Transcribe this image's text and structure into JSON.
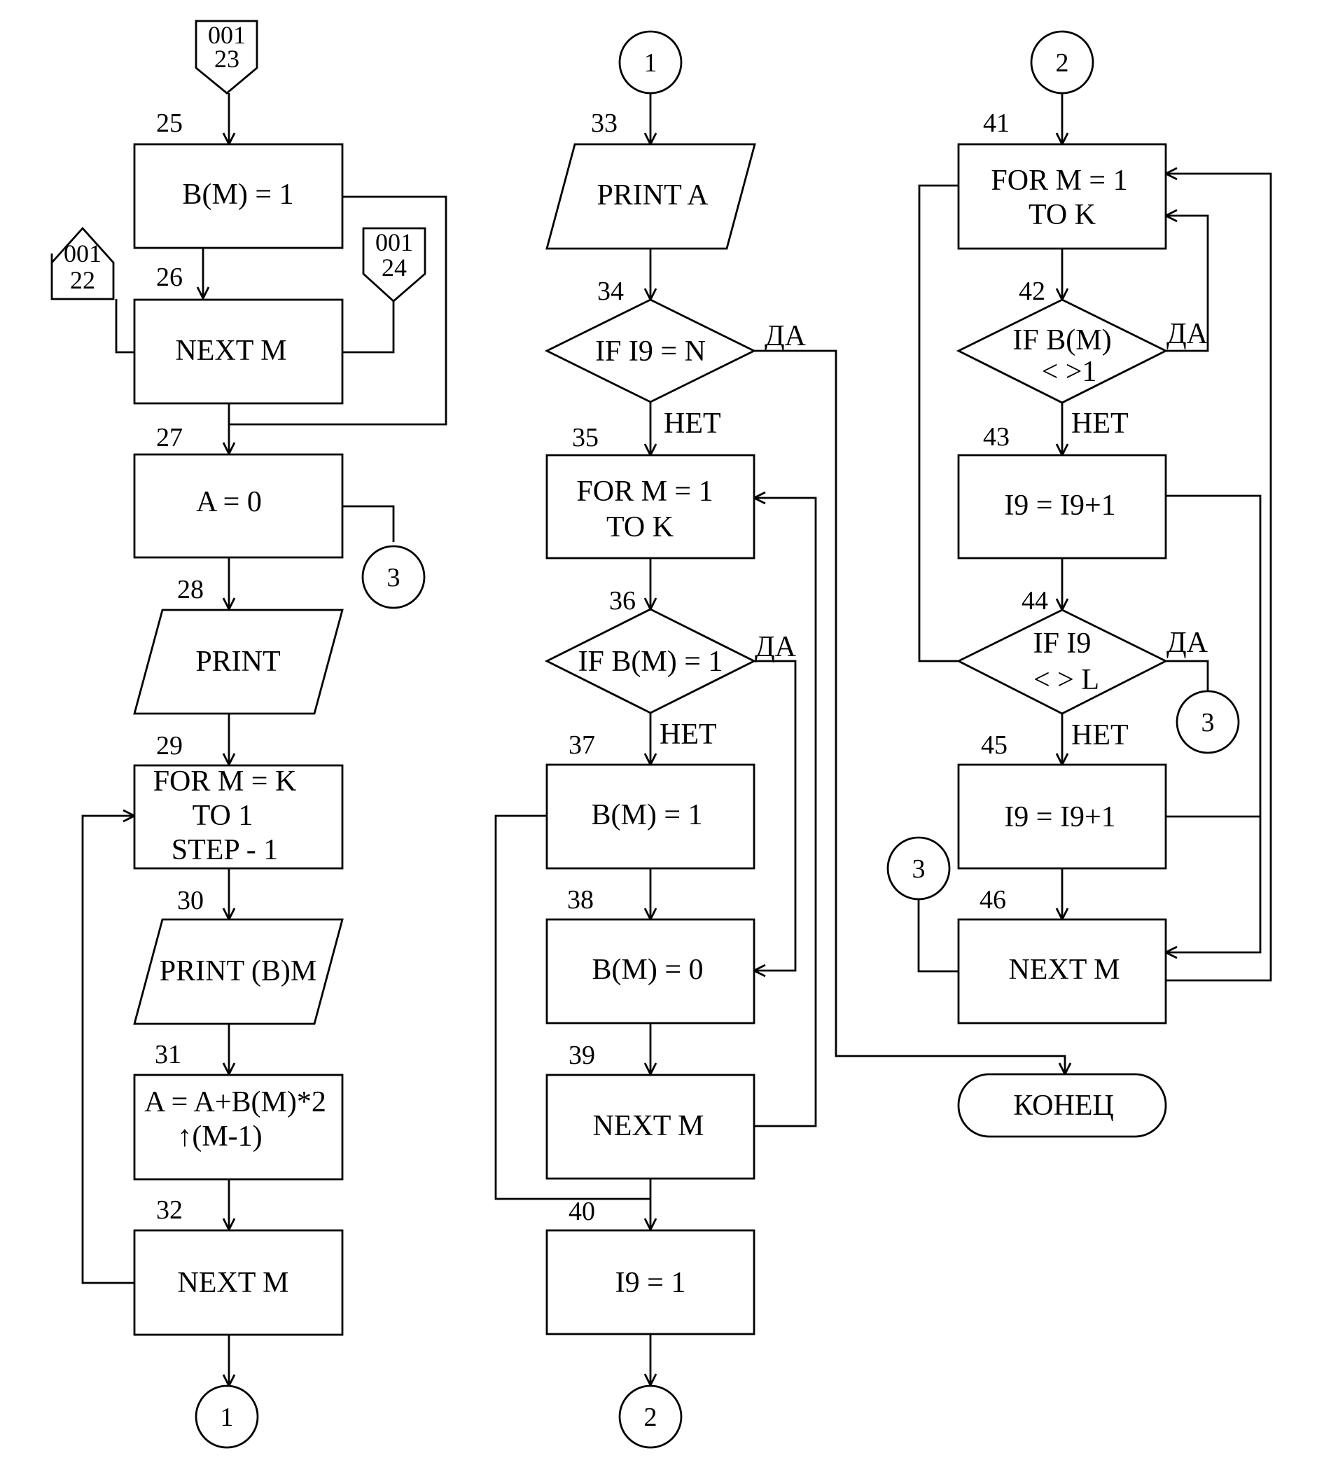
{
  "blocks": {
    "b25": {
      "number": "25",
      "lines": [
        "B(M) = 1"
      ]
    },
    "b26": {
      "number": "26",
      "lines": [
        "NEXT  M"
      ]
    },
    "b27": {
      "number": "27",
      "lines": [
        "A = 0"
      ]
    },
    "b28": {
      "number": "28",
      "lines": [
        "PRINT"
      ]
    },
    "b29": {
      "number": "29",
      "lines": [
        "FOR M = K",
        "TO 1",
        "STEP - 1"
      ]
    },
    "b30": {
      "number": "30",
      "lines": [
        "PRINT (B)M"
      ]
    },
    "b31": {
      "number": "31",
      "lines": [
        "A = A+B(M)*2",
        "↑(M-1)"
      ]
    },
    "b32": {
      "number": "32",
      "lines": [
        "NEXT  M"
      ]
    },
    "b33": {
      "number": "33",
      "lines": [
        "PRINT  A"
      ]
    },
    "b34": {
      "number": "34",
      "lines": [
        "IF I9 = N"
      ]
    },
    "b35": {
      "number": "35",
      "lines": [
        "FOR M = 1",
        "TO K"
      ]
    },
    "b36": {
      "number": "36",
      "lines": [
        "IF B(M) = 1"
      ]
    },
    "b37": {
      "number": "37",
      "lines": [
        "B(M) = 1"
      ]
    },
    "b38": {
      "number": "38",
      "lines": [
        "B(M) = 0"
      ]
    },
    "b39": {
      "number": "39",
      "lines": [
        "NEXT  M"
      ]
    },
    "b40": {
      "number": "40",
      "lines": [
        "I9 = 1"
      ]
    },
    "b41": {
      "number": "41",
      "lines": [
        "FOR M = 1",
        "TO K"
      ]
    },
    "b42": {
      "number": "42",
      "lines": [
        "IF B(M)",
        "< >1"
      ]
    },
    "b43": {
      "number": "43",
      "lines": [
        "I9 = I9+1"
      ]
    },
    "b44": {
      "number": "44",
      "lines": [
        "IF I9",
        "< > L"
      ]
    },
    "b45": {
      "number": "45",
      "lines": [
        "I9 = I9+1"
      ]
    },
    "b46": {
      "number": "46",
      "lines": [
        "NEXT  M"
      ]
    },
    "end": {
      "lines": [
        "КОНЕЦ"
      ]
    }
  },
  "connectors": {
    "c1_out": "1",
    "c1_in": "1",
    "c2_out": "2",
    "c2_in": "2",
    "c3_a": "3",
    "c3_b": "3",
    "c3_c": "3"
  },
  "offpage": {
    "p23": [
      "001",
      "23"
    ],
    "p22": [
      "001",
      "22"
    ],
    "p24": [
      "001",
      "24"
    ]
  },
  "branch_labels": {
    "b34_yes": "ДА",
    "b34_no": "НЕТ",
    "b36_yes": "ДА",
    "b36_no": "НЕТ",
    "b42_yes": "ДА",
    "b42_no": "НЕТ",
    "b44_yes": "ДА",
    "b44_no": "НЕТ"
  }
}
